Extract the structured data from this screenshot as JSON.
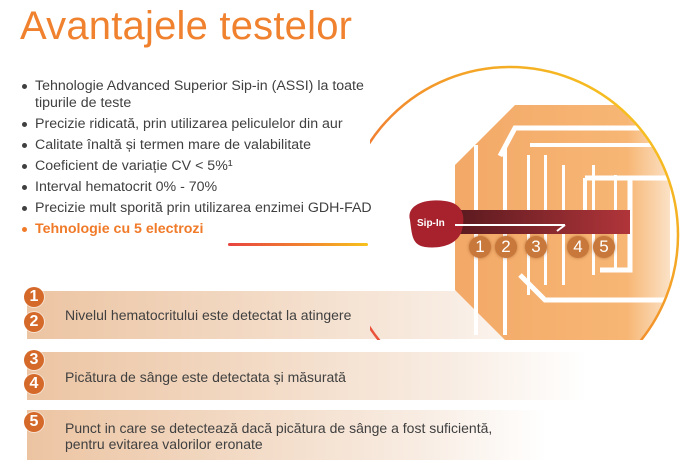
{
  "header": {
    "title": "Avantajele testelor"
  },
  "bullets": [
    {
      "text": "Tehnologie Advanced Superior Sip-in (ASSI) la toate tipurile de teste",
      "highlight": false
    },
    {
      "text": "Precizie ridicată, prin utilizarea peliculelor din aur",
      "highlight": false
    },
    {
      "text": "Calitate înaltă și termen mare de valabilitate",
      "highlight": false
    },
    {
      "text": "Coeficient de variație CV < 5%¹",
      "highlight": false
    },
    {
      "text": "Interval hematocrit 0% - 70%",
      "highlight": false
    },
    {
      "text": "Precizie mult sporită prin utilizarea enzimei GDH-FAD",
      "highlight": false
    },
    {
      "text": "Tehnologie cu 5 electrozi",
      "highlight": true
    }
  ],
  "diagram": {
    "sip_label": "Sip-In",
    "electrodes": [
      "1",
      "2",
      "3",
      "4",
      "5"
    ]
  },
  "bands": [
    {
      "badges": [
        "1",
        "2"
      ],
      "text": "Nivelul hematocritului este detectat la atingere"
    },
    {
      "badges": [
        "3",
        "4"
      ],
      "text": "Picătura de sânge este detectata și măsurată"
    },
    {
      "badges": [
        "5"
      ],
      "text_line1": "Punct in care se detectează dacă picătura de sânge a fost suficientă,",
      "text_line2": "pentru evitarea valorilor eronate"
    }
  ],
  "colors": {
    "accent": "#f0822f",
    "badge": "#d4692a",
    "text": "#404040",
    "blood": "#a8222e"
  }
}
